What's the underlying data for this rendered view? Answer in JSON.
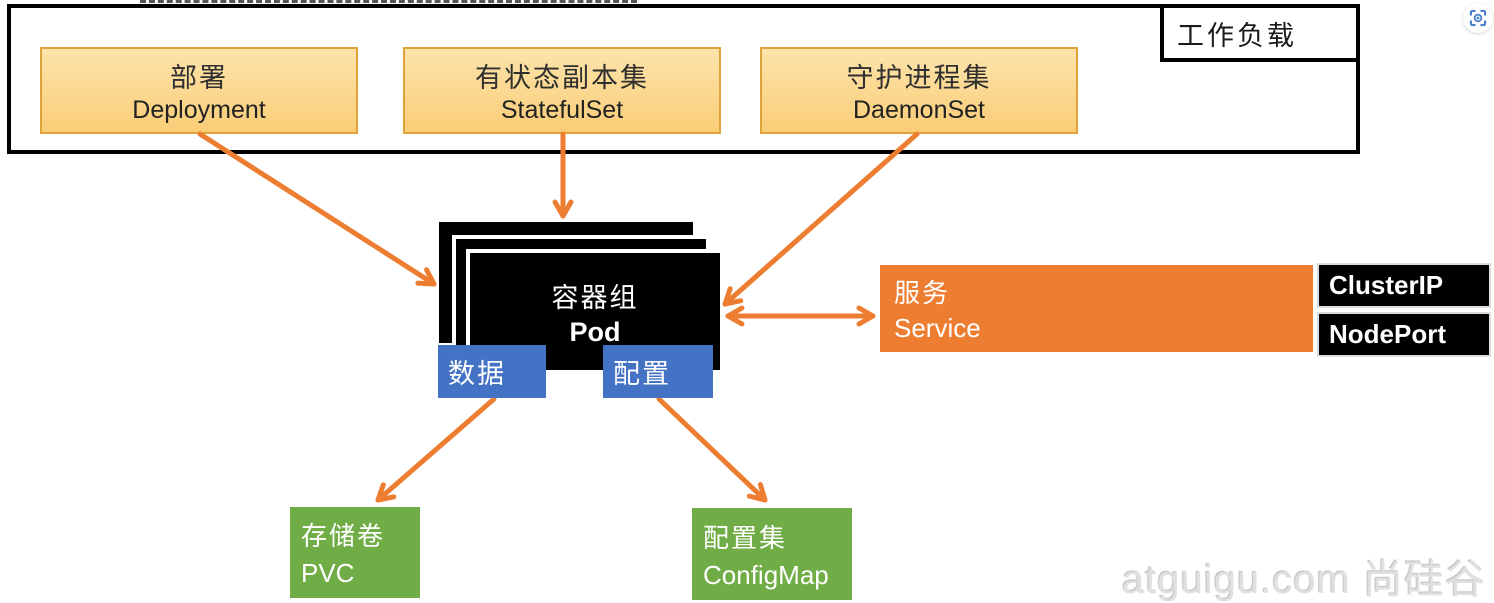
{
  "workload_section": {
    "label": "工作负载"
  },
  "workload_items": [
    {
      "id": "deployment",
      "zh": "部署",
      "en": "Deployment"
    },
    {
      "id": "statefulset",
      "zh": "有状态副本集",
      "en": "StatefulSet"
    },
    {
      "id": "daemonset",
      "zh": "守护进程集",
      "en": "DaemonSet"
    }
  ],
  "pod": {
    "zh": "容器组",
    "en": "Pod"
  },
  "pod_attachments": [
    {
      "id": "data",
      "label": "数据"
    },
    {
      "id": "config",
      "label": "配置"
    }
  ],
  "service": {
    "zh": "服务",
    "en": "Service"
  },
  "service_types": [
    {
      "label": "ClusterIP"
    },
    {
      "label": "NodePort"
    }
  ],
  "storage": {
    "zh": "存储卷",
    "en": "PVC"
  },
  "configmap": {
    "zh": "配置集",
    "en": "ConfigMap"
  },
  "watermark": "atguigu.com  尚硅谷",
  "icons": {
    "scan_tool": "scan-icon"
  },
  "colors": {
    "arrow_orange": "#ED7D31",
    "workload_fill_top": "#FDE4AC",
    "workload_fill_bottom": "#FACD77",
    "workload_border": "#DFA33C",
    "attachment_blue": "#4472C4",
    "resource_green": "#70AD47",
    "pod_black": "#000000",
    "scan_icon_blue": "#4C80D4"
  }
}
